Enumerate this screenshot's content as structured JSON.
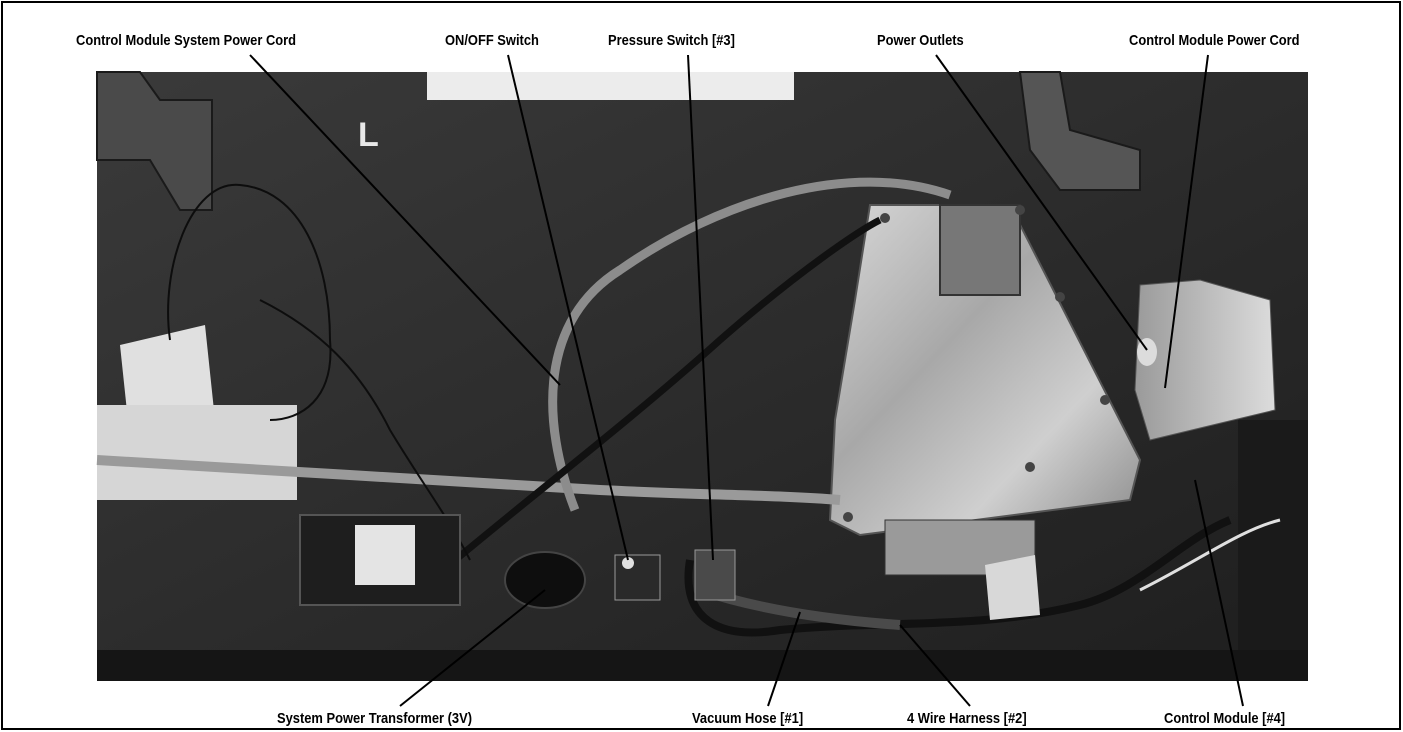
{
  "callouts_top": {
    "control_module_system_power_cord": "Control Module System Power Cord",
    "on_off_switch": "ON/OFF Switch",
    "pressure_switch": "Pressure Switch [#3]",
    "power_outlets": "Power Outlets",
    "control_module_power_cord": "Control Module Power Cord"
  },
  "callouts_bottom": {
    "system_power_transformer": "System Power Transformer (3V)",
    "vacuum_hose": "Vacuum Hose [#1]",
    "four_wire_harness": "4 Wire Harness [#2]",
    "control_module": "Control Module [#4]"
  },
  "photo": {
    "floor_mark": "L",
    "description_colors": {
      "background": "#2b2b2b",
      "metal": "#b8b8b8",
      "line": "#000000"
    }
  }
}
